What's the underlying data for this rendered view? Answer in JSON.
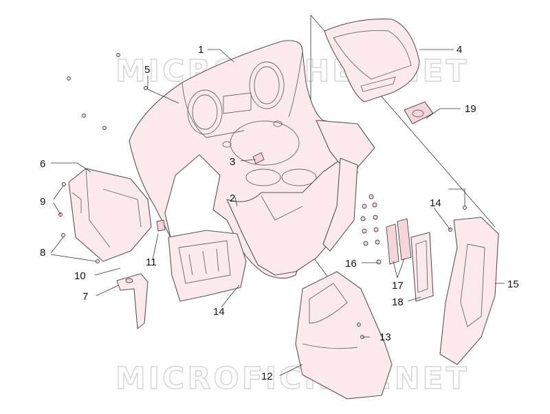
{
  "watermark": "MICROFICHES.NET",
  "colors": {
    "part_fill": "#fbe9ec",
    "outline": "#555555",
    "label": "#111111"
  },
  "callouts": [
    "1",
    "2",
    "3",
    "4",
    "5",
    "6",
    "7",
    "8",
    "9",
    "10",
    "11",
    "12",
    "13",
    "14",
    "14",
    "15",
    "16",
    "17",
    "18",
    "19"
  ]
}
